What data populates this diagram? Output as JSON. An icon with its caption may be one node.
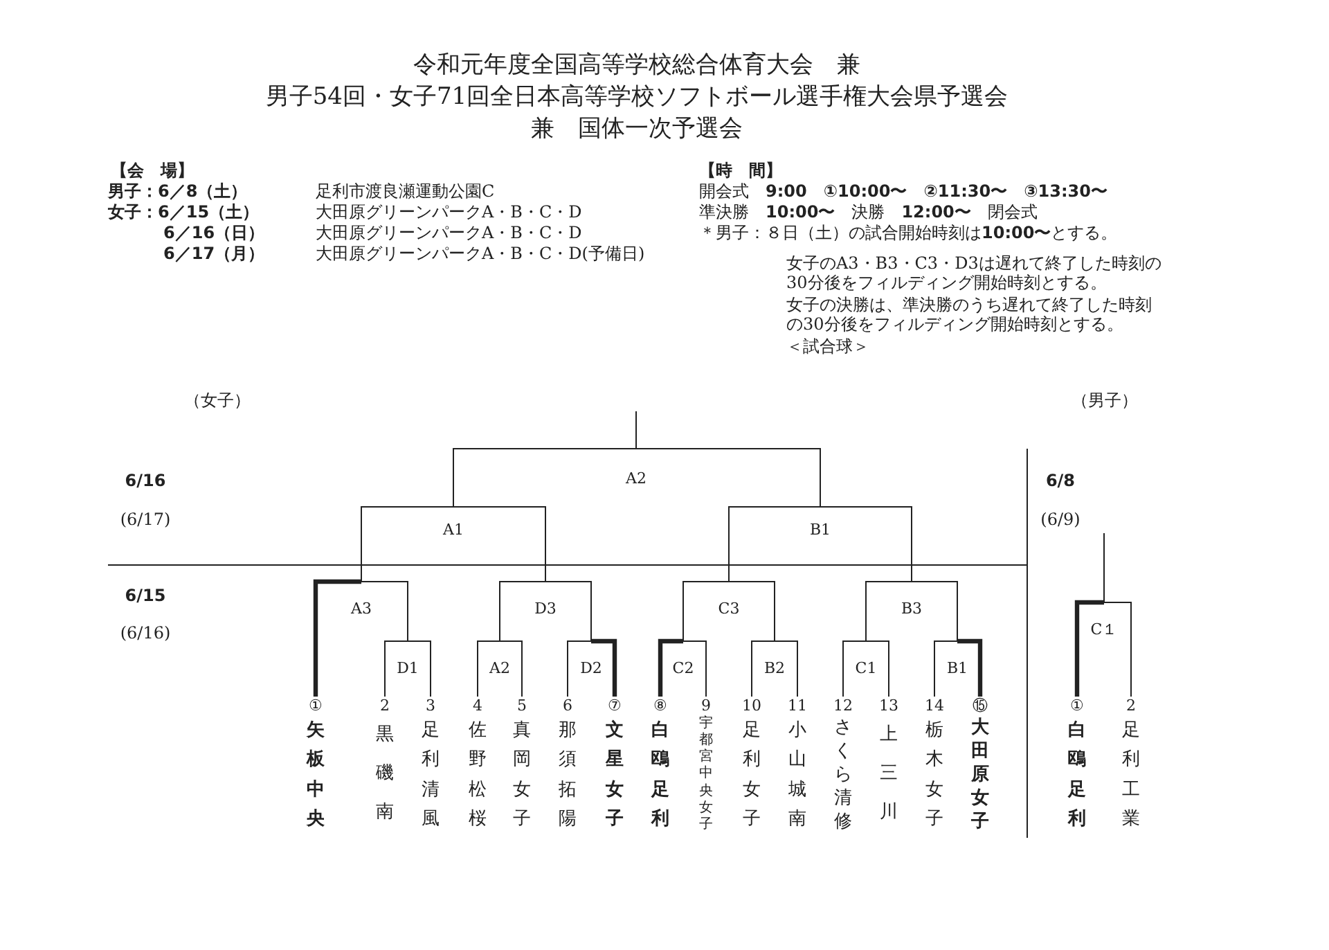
{
  "diagram": {
    "title": "令和元年度全国高等学校総合体育大会　兼男子54回・女子71回全日本高等学校ソフトボール選手権大会県予選会兼　国体一次予選会",
    "nodes": [
      {
        "text": [
          "A2"
        ]
      },
      {
        "text": [
          "A1"
        ]
      },
      {
        "text": [
          "B1"
        ]
      },
      {
        "text": [
          "A3"
        ]
      },
      {
        "text": [
          "D3"
        ]
      },
      {
        "text": [
          "C3"
        ]
      },
      {
        "text": [
          "B3"
        ]
      },
      {
        "text": [
          "D1"
        ]
      },
      {
        "text": [
          "A2"
        ]
      },
      {
        "text": [
          "D2"
        ]
      },
      {
        "text": [
          "C2"
        ]
      },
      {
        "text": [
          "B2"
        ]
      },
      {
        "text": [
          "C1"
        ]
      },
      {
        "text": [
          "B1"
        ]
      },
      {
        "text": [
          "C１"
        ]
      },
      {
        "text": [
          "①",
          "矢板中央"
        ]
      },
      {
        "text": [
          "2",
          "黒磯南"
        ]
      },
      {
        "text": [
          "3",
          "足利清風"
        ]
      },
      {
        "text": [
          "4",
          "佐野松桜"
        ]
      },
      {
        "text": [
          "5",
          "真岡女子"
        ]
      },
      {
        "text": [
          "6",
          "那須拓陽"
        ]
      },
      {
        "text": [
          "⑦",
          "文星女子"
        ]
      },
      {
        "text": [
          "⑧",
          "白鴎足利"
        ]
      },
      {
        "text": [
          "9",
          "宇都宮中央女子"
        ]
      },
      {
        "text": [
          "10",
          "足利女子"
        ]
      },
      {
        "text": [
          "11",
          "小山城南"
        ]
      },
      {
        "text": [
          "12",
          "さくら清修"
        ]
      },
      {
        "text": [
          "13",
          "上三川"
        ]
      },
      {
        "text": [
          "14",
          "栃木女子"
        ]
      },
      {
        "text": [
          "⑮",
          "大田原女子"
        ]
      },
      {
        "text": [
          "①",
          "白鴎足利"
        ]
      },
      {
        "text": [
          "2",
          "足利工業"
        ]
      }
    ],
    "edges": [
      {
        "from": 0,
        "to": null,
        "arrow": "none"
      },
      {
        "from": 1,
        "to": 0,
        "arrow": "none"
      },
      {
        "from": 2,
        "to": 0,
        "arrow": "none"
      },
      {
        "from": 3,
        "to": 1,
        "arrow": "none"
      },
      {
        "from": 4,
        "to": 1,
        "arrow": "none"
      },
      {
        "from": 5,
        "to": 2,
        "arrow": "none"
      },
      {
        "from": 6,
        "to": 2,
        "arrow": "none"
      },
      {
        "from": 15,
        "to": 3,
        "arrow": "none",
        "style": "thick"
      },
      {
        "from": 7,
        "to": 3,
        "arrow": "none"
      },
      {
        "from": 16,
        "to": 7,
        "arrow": "none"
      },
      {
        "from": 17,
        "to": 7,
        "arrow": "none"
      },
      {
        "from": 8,
        "to": 4,
        "arrow": "none"
      },
      {
        "from": 9,
        "to": 4,
        "arrow": "none"
      },
      {
        "from": 18,
        "to": 8,
        "arrow": "none"
      },
      {
        "from": 19,
        "to": 8,
        "arrow": "none"
      },
      {
        "from": 20,
        "to": 9,
        "arrow": "none"
      },
      {
        "from": 21,
        "to": 9,
        "arrow": "none",
        "style": "thick"
      },
      {
        "from": 10,
        "to": 5,
        "arrow": "none"
      },
      {
        "from": 11,
        "to": 5,
        "arrow": "none"
      },
      {
        "from": 22,
        "to": 10,
        "arrow": "none",
        "style": "thick"
      },
      {
        "from": 23,
        "to": 10,
        "arrow": "none"
      },
      {
        "from": 24,
        "to": 11,
        "arrow": "none"
      },
      {
        "from": 25,
        "to": 11,
        "arrow": "none"
      },
      {
        "from": 12,
        "to": 6,
        "arrow": "none"
      },
      {
        "from": 13,
        "to": 6,
        "arrow": "none"
      },
      {
        "from": 26,
        "to": 12,
        "arrow": "none"
      },
      {
        "from": 27,
        "to": 12,
        "arrow": "none"
      },
      {
        "from": 28,
        "to": 13,
        "arrow": "none"
      },
      {
        "from": 29,
        "to": 13,
        "arrow": "none",
        "style": "thick"
      },
      {
        "from": 14,
        "to": null,
        "arrow": "none"
      },
      {
        "from": 30,
        "to": 14,
        "arrow": "none",
        "style": "thick"
      },
      {
        "from": 31,
        "to": 14,
        "arrow": "none"
      }
    ],
    "labels": [
      "【会　場】",
      "【時　間】",
      "男子：6／8（土）",
      "足利市渡良瀬運動公園C",
      "開会式　**9:00**　**①10:00〜**　**②11:30〜**　**③13:30〜**",
      "女子：6／15（土）",
      "大田原グリーンパークA・B・C・D",
      "準決勝　**10:00〜**　決勝　**12:00〜**　閉会式",
      "6／16（日）",
      "大田原グリーンパークA・B・C・D",
      "＊男子：８日（土）の試合開始時刻は**10:00〜**とする。",
      "6／17（月）",
      "大田原グリーンパークA・B・C・D(予備日)",
      "女子のA3・B3・C3・D3は遅れて終了した時刻の30分後をフィルディング開始時刻とする。",
      "女子の決勝は、準決勝のうち遅れて終了した時刻の30分後をフィルディング開始時刻とする。",
      "＜試合球＞",
      "（女子）",
      "（男子）",
      "6/16",
      "6/8",
      "(6/17)",
      "(6/9)",
      "6/15",
      "(6/16)"
    ]
  }
}
